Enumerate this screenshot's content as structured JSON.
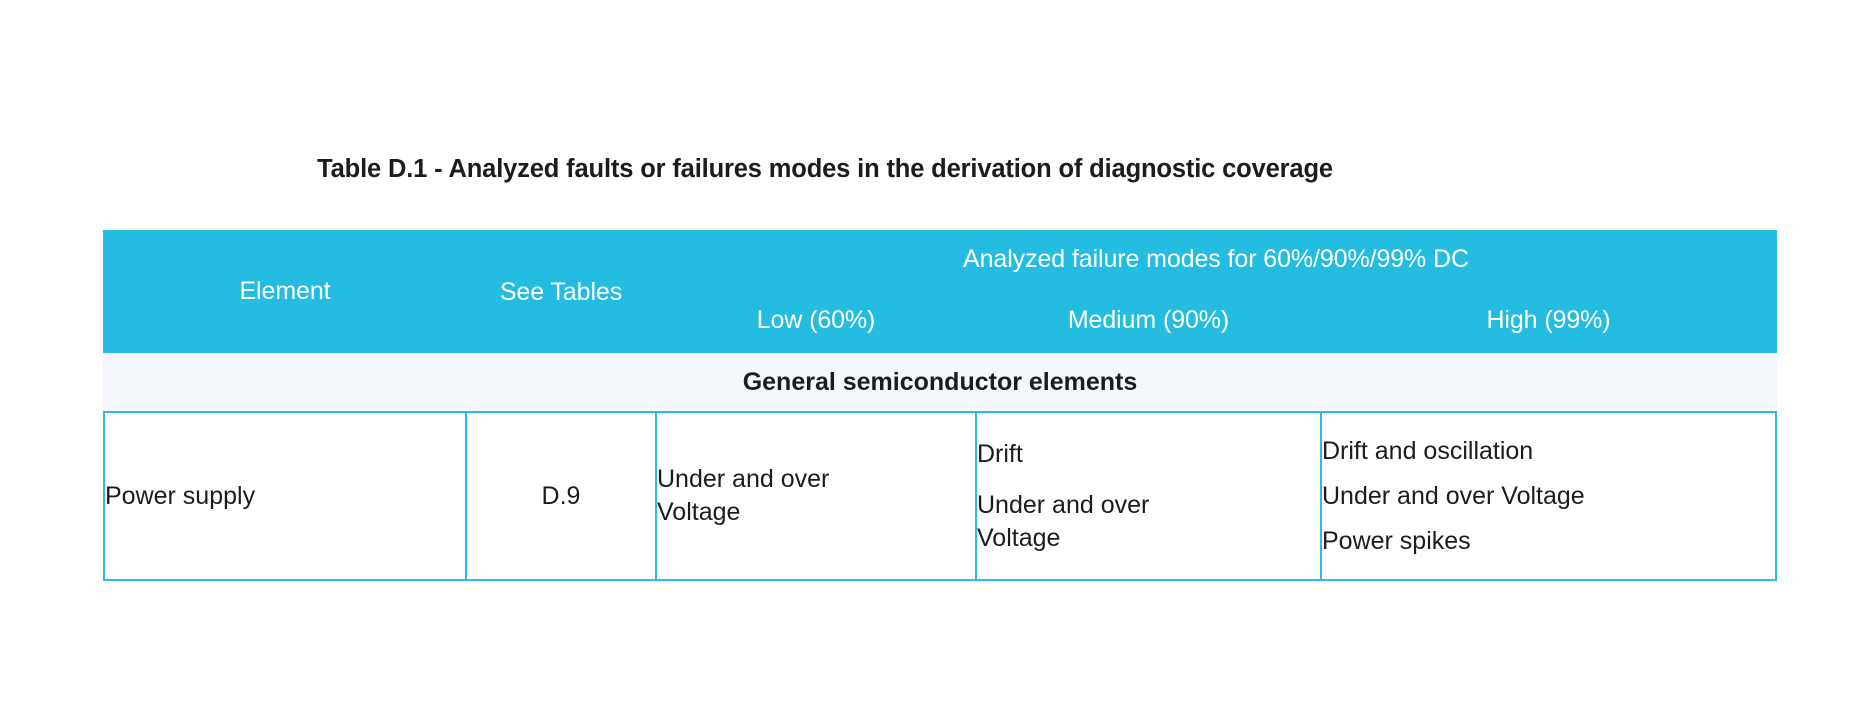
{
  "title": "Table D.1 - Analyzed faults or failures modes in the derivation of diagnostic coverage",
  "colors": {
    "header_blue": "#25bce2",
    "border_blue": "#2cbbe8",
    "section_row_bg": "#f4f8fc",
    "header_text": "#ffffff",
    "body_text": "#1c1c1c"
  },
  "table": {
    "headers": {
      "element": "Element",
      "see_tables": "See\nTables",
      "see_tables_line1": "See",
      "see_tables_line2": "Tables",
      "analyzed_group": "Analyzed failure modes for 60%/90%/99% DC",
      "low": "Low (60%)",
      "medium": "Medium (90%)",
      "high": "High (99%)"
    },
    "sections": [
      {
        "label": "General semiconductor elements",
        "rows": [
          {
            "element": "Power supply",
            "see_tables": "D.9",
            "low": [
              "Under and over Voltage"
            ],
            "low_line1": "Under and over",
            "low_line2": "Voltage",
            "medium": [
              "Drift",
              "Under and over Voltage"
            ],
            "medium_item1": "Drift",
            "medium_item2_line1": "Under and over",
            "medium_item2_line2": "Voltage",
            "high": [
              "Drift and oscillation",
              "Under and over Voltage",
              "Power spikes"
            ],
            "high_item1": "Drift and oscillation",
            "high_item2": "Under and over Voltage",
            "high_item3": "Power spikes"
          }
        ]
      }
    ]
  }
}
